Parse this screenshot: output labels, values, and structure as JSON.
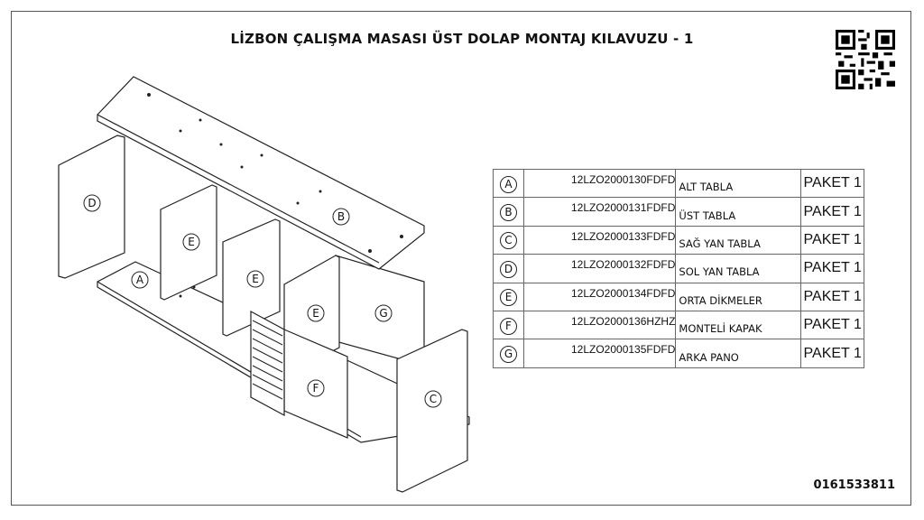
{
  "title": "LİZBON ÇALIŞMA MASASI ÜST DOLAP MONTAJ KILAVUZU - 1",
  "document_code": "0161533811",
  "diagram_labels": {
    "A": "A",
    "B": "B",
    "C": "C",
    "D": "D",
    "E": "E",
    "F": "F",
    "G": "G"
  },
  "parts": [
    {
      "letter": "A",
      "code": "12LZO2000130FDFD",
      "name": "ALT TABLA",
      "package": "PAKET 1"
    },
    {
      "letter": "B",
      "code": "12LZO2000131FDFD",
      "name": "ÜST TABLA",
      "package": "PAKET 1"
    },
    {
      "letter": "C",
      "code": "12LZO2000133FDFD",
      "name": "SAĞ YAN TABLA",
      "package": "PAKET 1"
    },
    {
      "letter": "D",
      "code": "12LZO2000132FDFD",
      "name": "SOL YAN TABLA",
      "package": "PAKET 1"
    },
    {
      "letter": "E",
      "code": "12LZO2000134FDFD",
      "name": "ORTA DİKMELER",
      "package": "PAKET 1"
    },
    {
      "letter": "F",
      "code": "12LZO2000136HZHZ",
      "name": "MONTELİ KAPAK",
      "package": "PAKET 1"
    },
    {
      "letter": "G",
      "code": "12LZO2000135FDFD",
      "name": "ARKA PANO",
      "package": "PAKET 1"
    }
  ]
}
